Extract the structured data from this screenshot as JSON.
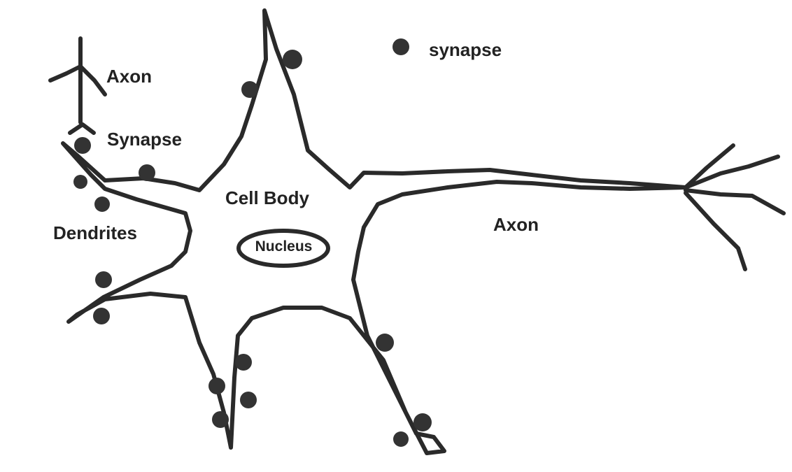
{
  "labels": {
    "axon_top": "Axon",
    "synapse": "Synapse",
    "legend_synapse": "synapse",
    "cell_body": "Cell Body",
    "dendrites": "Dendrites",
    "axon_right": "Axon",
    "nucleus": "Nucleus"
  },
  "colors": {
    "stroke": "#2a2a2a",
    "synapse_dot": "#333333",
    "background": "#ffffff"
  }
}
